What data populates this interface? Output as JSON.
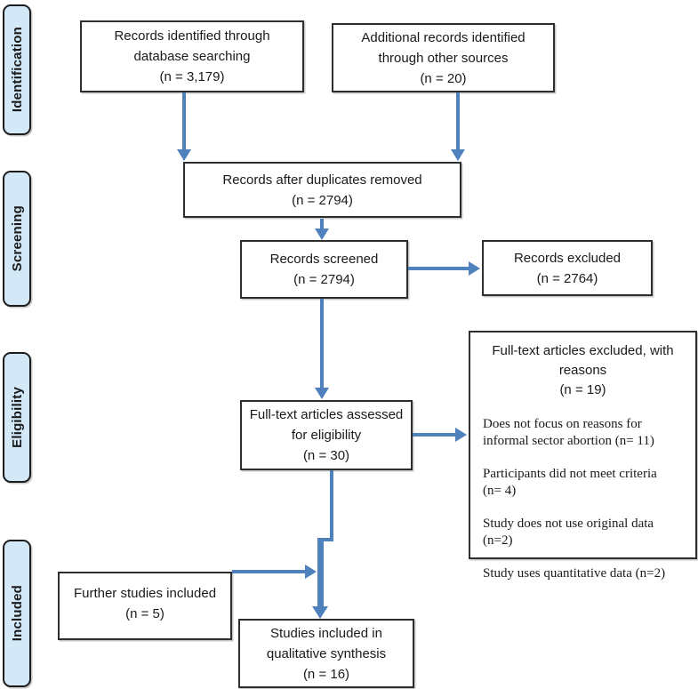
{
  "colors": {
    "arrow_blue": "#4f81bd",
    "stage_fill": "#d3e9f8",
    "stage_border": "#1c1c1c",
    "box_border": "#2e2e2e",
    "background": "#ffffff"
  },
  "stages": [
    {
      "label": "Identification"
    },
    {
      "label": "Screening"
    },
    {
      "label": "Eligibility"
    },
    {
      "label": "Included"
    }
  ],
  "boxes": {
    "records_identified": {
      "lines": [
        "Records identified through",
        "database searching",
        "(n = 3,179)"
      ]
    },
    "additional_records": {
      "lines": [
        "Additional records identified",
        "through other sources",
        "(n = 20)"
      ]
    },
    "after_duplicates": {
      "lines": [
        "Records after duplicates removed",
        "(n = 2794)"
      ]
    },
    "records_screened": {
      "lines": [
        "Records screened",
        "(n = 2794)"
      ]
    },
    "records_excluded": {
      "lines": [
        "Records excluded",
        "(n = 2764)"
      ]
    },
    "fulltext_assessed": {
      "lines": [
        "Full-text articles assessed",
        "for eligibility",
        "(n = 30)"
      ]
    },
    "fulltext_excluded": {
      "header_lines": [
        "Full-text articles excluded, with",
        "reasons",
        "(n = 19)"
      ],
      "reasons": [
        {
          "lines": [
            "Does not focus on reasons for",
            "informal sector abortion (n= 11)"
          ]
        },
        {
          "lines": [
            "Participants did not meet criteria",
            "(n= 4)"
          ]
        },
        {
          "lines": [
            "Study does not use original data",
            "(n=2)"
          ]
        },
        {
          "lines": [
            "Study uses quantitative data (n=2)",
            ""
          ]
        }
      ]
    },
    "further_included": {
      "lines": [
        "Further studies included",
        "(n = 5)"
      ]
    },
    "qualitative_synthesis": {
      "lines": [
        "Studies included in",
        "qualitative synthesis",
        "(n = 16)"
      ]
    }
  }
}
